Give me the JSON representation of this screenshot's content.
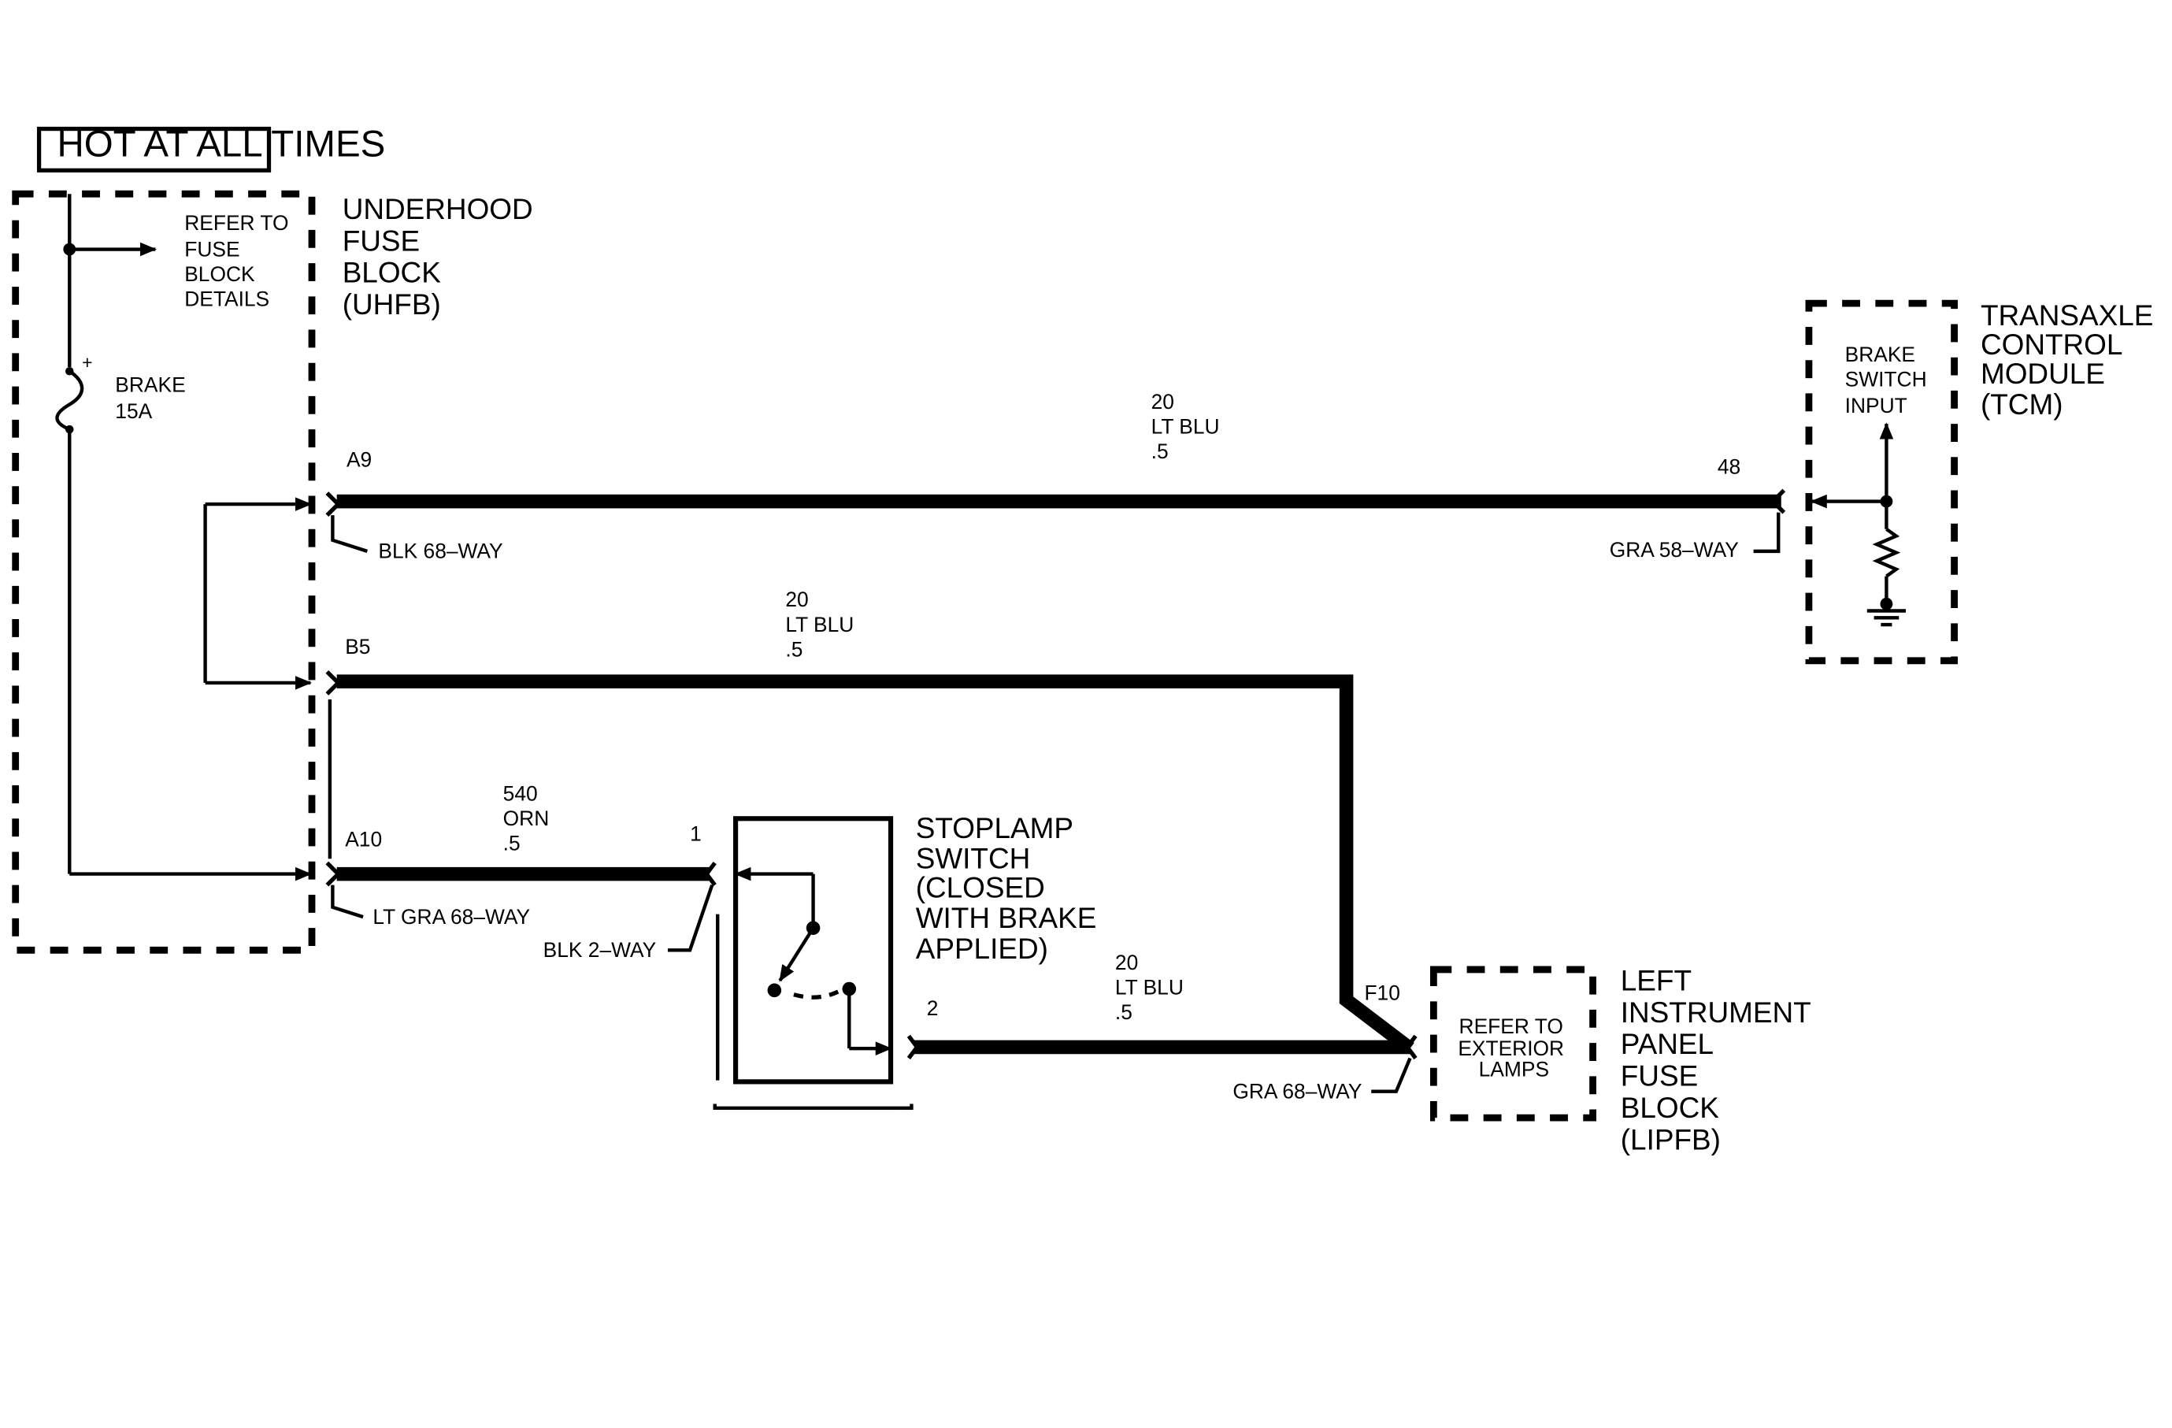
{
  "hot_label": "HOT AT ALL TIMES",
  "uhfb": {
    "name_lines": [
      "UNDERHOOD",
      "FUSE",
      "BLOCK",
      "(UHFB)"
    ],
    "refer_lines": [
      "REFER TO",
      "FUSE",
      "BLOCK",
      "DETAILS"
    ],
    "fuse_name": "BRAKE",
    "fuse_rating": "15A",
    "fuse_polarity": "+"
  },
  "tcm": {
    "name_lines": [
      "TRANSAXLE",
      "CONTROL",
      "MODULE",
      "(TCM)"
    ],
    "input_lines": [
      "BRAKE",
      "SWITCH",
      "INPUT"
    ]
  },
  "stoplamp": {
    "name_lines": [
      "STOPLAMP",
      "SWITCH",
      "(CLOSED",
      "WITH BRAKE",
      "APPLIED)"
    ]
  },
  "lipfb": {
    "name_lines": [
      "LEFT",
      "INSTRUMENT",
      "PANEL",
      "FUSE",
      "BLOCK",
      "(LIPFB)"
    ],
    "refer_lines": [
      "REFER TO",
      "EXTERIOR",
      "LAMPS"
    ]
  },
  "wires": {
    "a9": {
      "pin": "A9",
      "gauge": "20",
      "color": "LT BLU",
      "size": ".5",
      "connector": "BLK 68–WAY",
      "end_pin": "48",
      "end_connector": "GRA 58–WAY"
    },
    "b5": {
      "pin": "B5",
      "gauge": "20",
      "color": "LT BLU",
      "size": ".5"
    },
    "a10": {
      "pin": "A10",
      "gauge": "540",
      "color": "ORN",
      "size": ".5",
      "connector": "LT GRA 68–WAY",
      "end_pin": "1",
      "end_connector": "BLK 2–WAY"
    },
    "f10": {
      "start_pin": "2",
      "gauge": "20",
      "color": "LT BLU",
      "size": ".5",
      "pin": "F10",
      "connector": "GRA 68–WAY"
    }
  }
}
